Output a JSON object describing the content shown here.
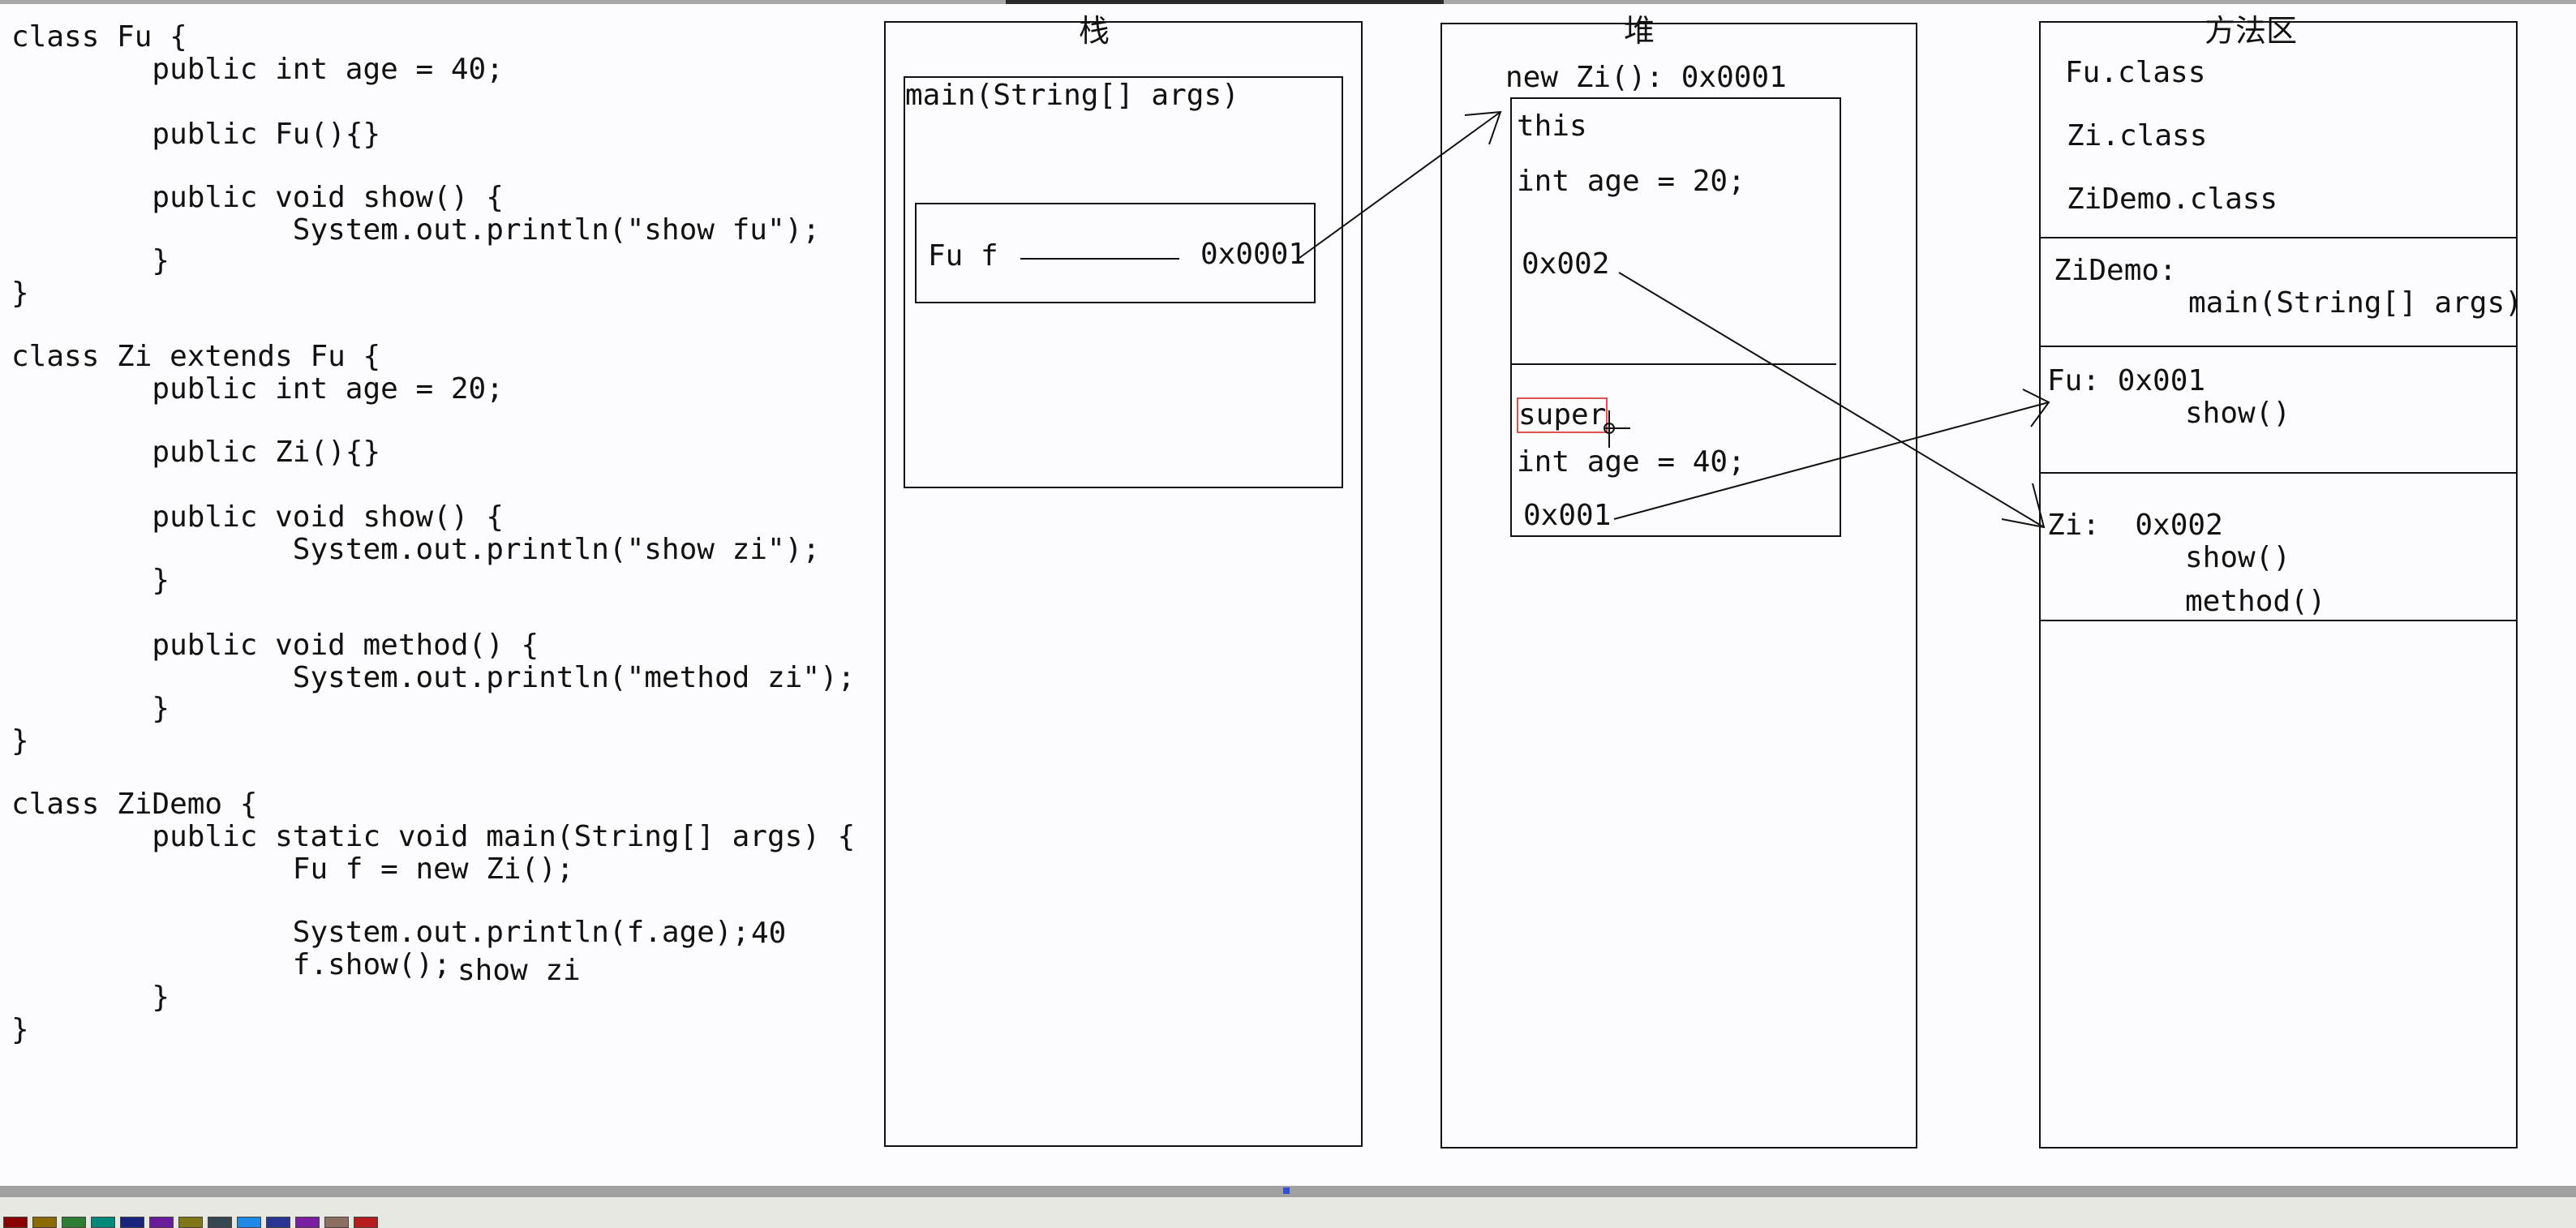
{
  "code_lines": [
    "class Fu {",
    "        public int age = 40;",
    "",
    "        public Fu(){}",
    "",
    "        public void show() {",
    "                System.out.println(\"show fu\");",
    "        }",
    "}",
    "",
    "class Zi extends Fu {",
    "        public int age = 20;",
    "",
    "        public Zi(){}",
    "",
    "        public void show() {",
    "                System.out.println(\"show zi\");",
    "        }",
    "",
    "        public void method() {",
    "                System.out.println(\"method zi\");",
    "        }",
    "}",
    "",
    "class ZiDemo {",
    "        public static void main(String[] args) {",
    "                Fu f = new Zi();",
    "",
    "                System.out.println(f.age);",
    "                f.show();",
    "        }",
    "}"
  ],
  "annotations": {
    "age_output": "40",
    "show_output": "show zi"
  },
  "stack": {
    "title": "栈",
    "frame_label": "main(String[] args)",
    "var_label": "Fu f",
    "var_value": "0x0001"
  },
  "heap": {
    "title": "堆",
    "object_label": "new Zi(): 0x0001",
    "this_label": "this",
    "zi_age": "int age = 20;",
    "zi_ref": "0x002",
    "super_label": "super",
    "fu_age": "int age = 40;",
    "fu_ref": "0x001"
  },
  "method_area": {
    "title": "方法区",
    "classes": [
      "Fu.class",
      "Zi.class",
      "ZiDemo.class"
    ],
    "zidemo_label": "ZiDemo:",
    "zidemo_method": "main(String[] args)",
    "fu_label": "Fu: 0x001",
    "fu_method": "show()",
    "zi_label": "Zi:  0x002",
    "zi_methods": [
      "show()",
      "method()"
    ]
  },
  "colors": {
    "line": "#111111",
    "super_highlight": "#e05050",
    "background": "#fcfcfe"
  }
}
